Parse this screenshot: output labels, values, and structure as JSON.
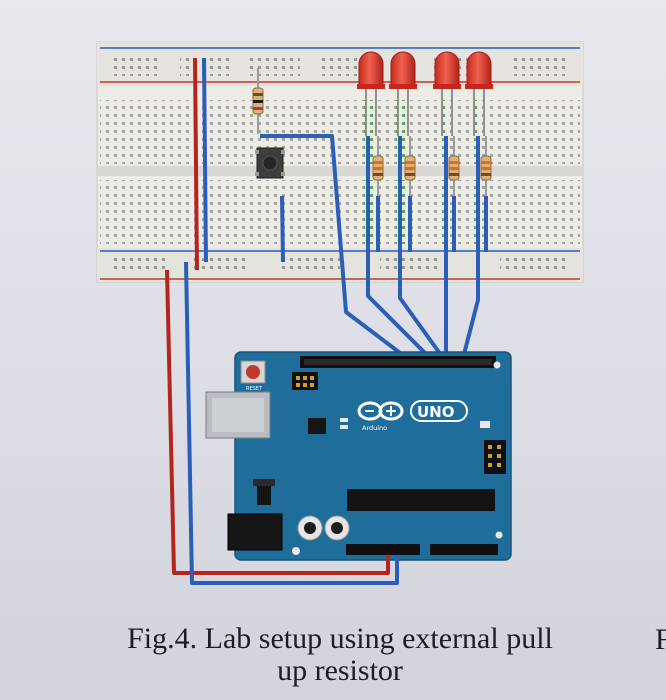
{
  "caption": {
    "line1": "Fig.4. Lab setup using external pull",
    "line2": "up resistor",
    "edge_text": "F"
  },
  "board": {
    "logo_text": "UNO",
    "brand": "Arduino",
    "reset_label": "RESET",
    "color": "#1f6d9a"
  },
  "components": {
    "leds": 4,
    "led_color": "#e0392b",
    "pull_up_resistor": "external",
    "pushbutton": 1
  },
  "colors": {
    "wire_red": "#b3261e",
    "wire_blue": "#2a5fb5",
    "breadboard": "#eceae4"
  }
}
